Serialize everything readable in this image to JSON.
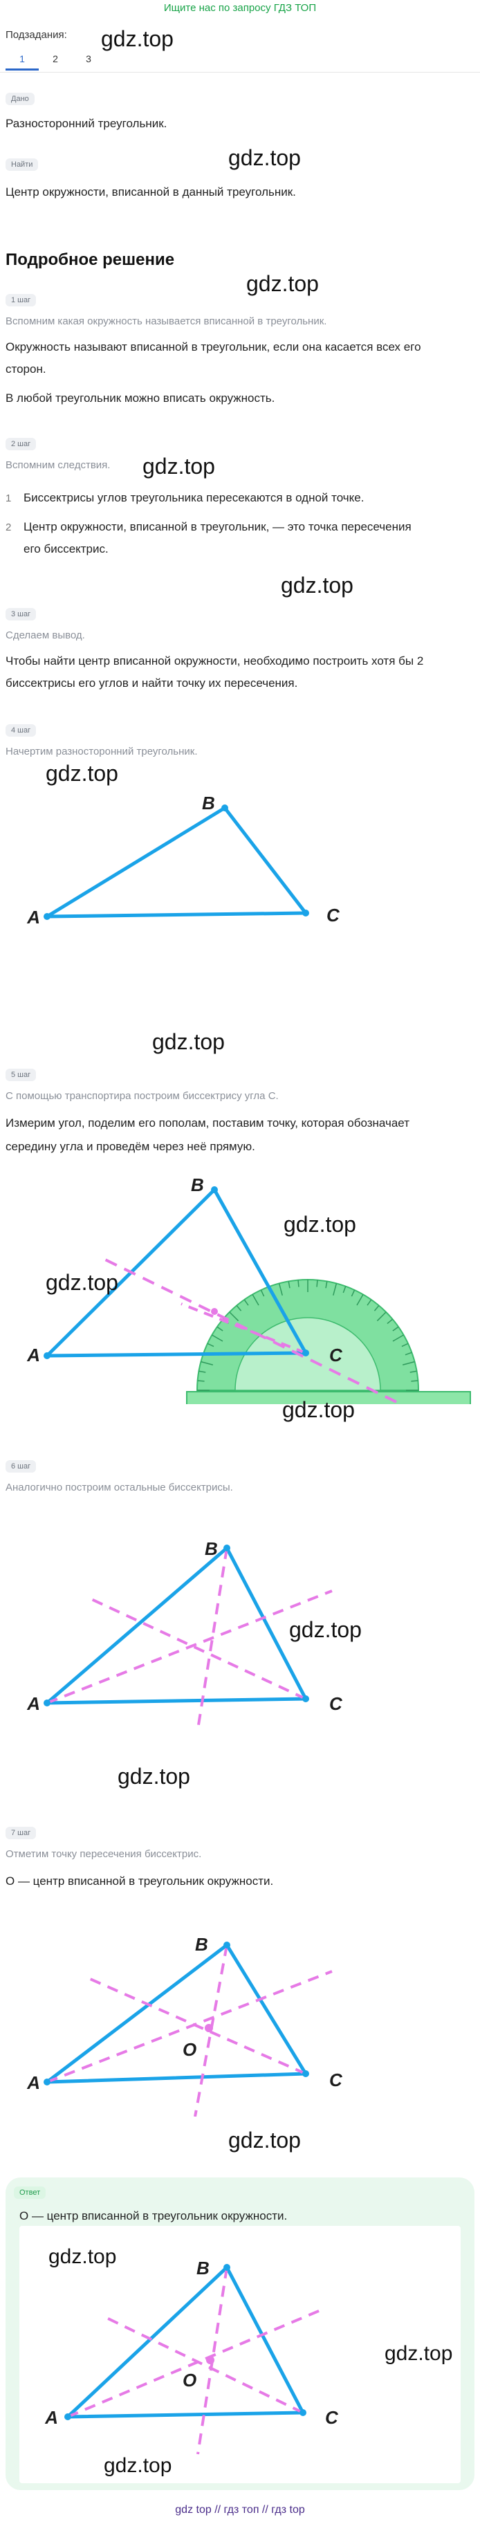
{
  "banner": "Ищите нас по запросу ГДЗ ТОП",
  "subtasks_label": "Подзадания:",
  "subtasks": [
    "1",
    "2",
    "3"
  ],
  "watermark": "gdz.top",
  "given_pill": "Дано",
  "given_text": "Разносторонний треугольник.",
  "find_pill": "Найти",
  "find_text": "Центр окружности, вписанной в данный треугольник.",
  "solution_title": "Подробное решение",
  "step1": {
    "pill": "1 шаг",
    "hint": "Вспомним какая окружность называется вписанной в треугольник.",
    "text1": "Окружность называют вписанной в треугольник, если она касается всех его",
    "text2": "сторон.",
    "text3": "В любой треугольник можно вписать окружность."
  },
  "step2": {
    "pill": "2 шаг",
    "hint": "Вспомним следствия.",
    "item1_num": "1",
    "item1": "Биссектрисы углов треугольника пересекаются в одной точке.",
    "item2_num": "2",
    "item2a": "Центр окружности, вписанной в треугольник, — это точка пересечения",
    "item2b": "его биссектрис."
  },
  "step3": {
    "pill": "3 шаг",
    "hint": "Сделаем вывод.",
    "text1": "Чтобы найти центр вписанной окружности, необходимо построить хотя бы 2",
    "text2": "биссектрисы его углов и найти точку их пересечения."
  },
  "step4": {
    "pill": "4 шаг",
    "hint": "Начертим разносторонний треугольник."
  },
  "step5": {
    "pill": "5 шаг",
    "hint": "С помощью транспортира построим биссектрису угла C.",
    "text1": "Измерим угол, поделим его пополам, поставим точку, которая обозначает",
    "text2": "середину угла и проведём через неё прямую."
  },
  "step6": {
    "pill": "6 шаг",
    "hint": "Аналогично построим остальные биссектрисы."
  },
  "step7": {
    "pill": "7 шаг",
    "hint": "Отметим точку пересечения биссектрис.",
    "text": "O — центр вписанной в треугольник окружности."
  },
  "answer": {
    "pill": "Ответ",
    "text": "O — центр вписанной в треугольник окружности."
  },
  "labels": {
    "A": "A",
    "B": "B",
    "C": "C",
    "O": "O"
  },
  "footer": "gdz top  //  гдз топ  //  гдз top",
  "colors": {
    "line": "#1aa3e8",
    "bisector": "#e67ae6",
    "protractor": "#7fe0a0",
    "banner": "#17a347",
    "tab_active": "#2a67c9"
  }
}
